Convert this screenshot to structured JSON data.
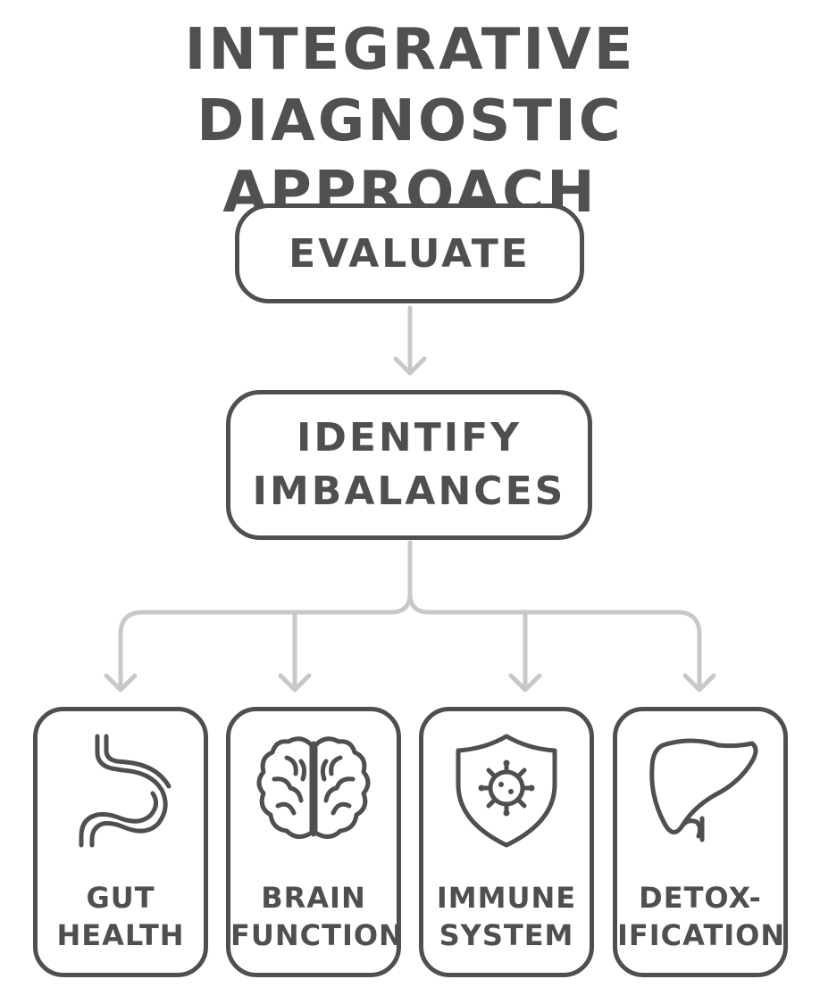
{
  "title": {
    "line1": "INTEGRATIVE",
    "line2": "DIAGNOSTIC APPROACH"
  },
  "steps": {
    "evaluate": "EVALUATE",
    "identify_line1": "IDENTIFY",
    "identify_line2": "IMBALANCES"
  },
  "categories": [
    {
      "line1": "GUT",
      "line2": "HEALTH",
      "icon": "stomach-icon"
    },
    {
      "line1": "BRAIN",
      "line2": "FUNCTION",
      "icon": "brain-icon"
    },
    {
      "line1": "IMMUNE",
      "line2": "SYSTEM",
      "icon": "shield-virus-icon"
    },
    {
      "line1": "DETOX-",
      "line2": "IFICATION",
      "icon": "liver-icon"
    }
  ],
  "colors": {
    "box_stroke": "#4f4f4f",
    "connector": "#c8c8c8",
    "text": "#505050"
  }
}
